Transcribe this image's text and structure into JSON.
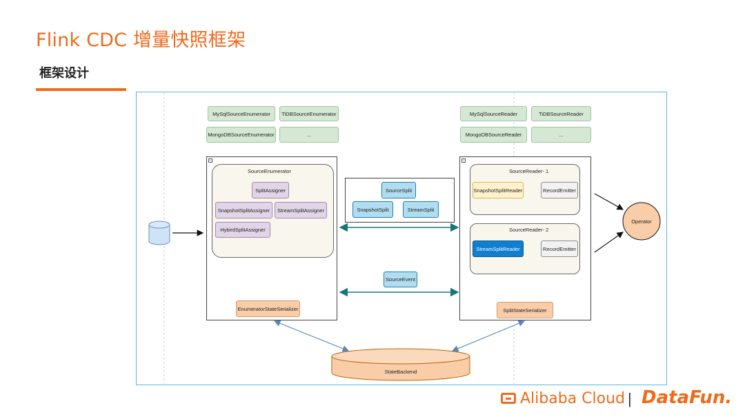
{
  "title": "Flink CDC 增量快照框架",
  "subtitle": "框架设计",
  "enumerator_impls": [
    "MySqlSourceEnumerator",
    "TiDBSourceEnumerator",
    "MongoDBSourceEnumerator",
    "..."
  ],
  "reader_impls": [
    "MySqlSourceReader",
    "TiDBSourceReader",
    "MongoDBSourceReader",
    "..."
  ],
  "source_enumerator": {
    "label": "SourceEnumerator",
    "split_assigner": "SplitAssigner",
    "snapshot_split_assigner": "SnapshotSplitAssigner",
    "stream_split_assigner": "StreamSplitAssigner",
    "hybird_split_assigner": "HybirdSplitAssigner",
    "serializer": "EnumeratorStateSerializer"
  },
  "source_split": {
    "label": "SourceSplit",
    "snapshot_split": "SnapshotSplit",
    "stream_split": "StreamSplit"
  },
  "source_event": "SourceEvent",
  "reader1": {
    "label": "SourceReader- 1",
    "split_reader": "SnapshotSplitReader",
    "emitter": "RecordEmitter"
  },
  "reader2": {
    "label": "SourceReader- 2",
    "split_reader": "StreamSplitReader",
    "emitter": "RecordEmitter"
  },
  "split_state_serializer": "SplitStateSerializer",
  "operator": "Operator",
  "state_backend": "StateBackend",
  "logos": {
    "alibaba": "Alibaba Cloud",
    "separator": "|",
    "datafun": "DataFun."
  },
  "colors": {
    "accent": "#f06a1b",
    "frame": "#5ab8d8",
    "green": "#d5e8d4",
    "purple": "#e1d5e7",
    "blue": "#b1ddf0",
    "orange": "#f8cda8",
    "arrow_teal": "#16777a",
    "arrow_steel": "#5b87b8"
  }
}
